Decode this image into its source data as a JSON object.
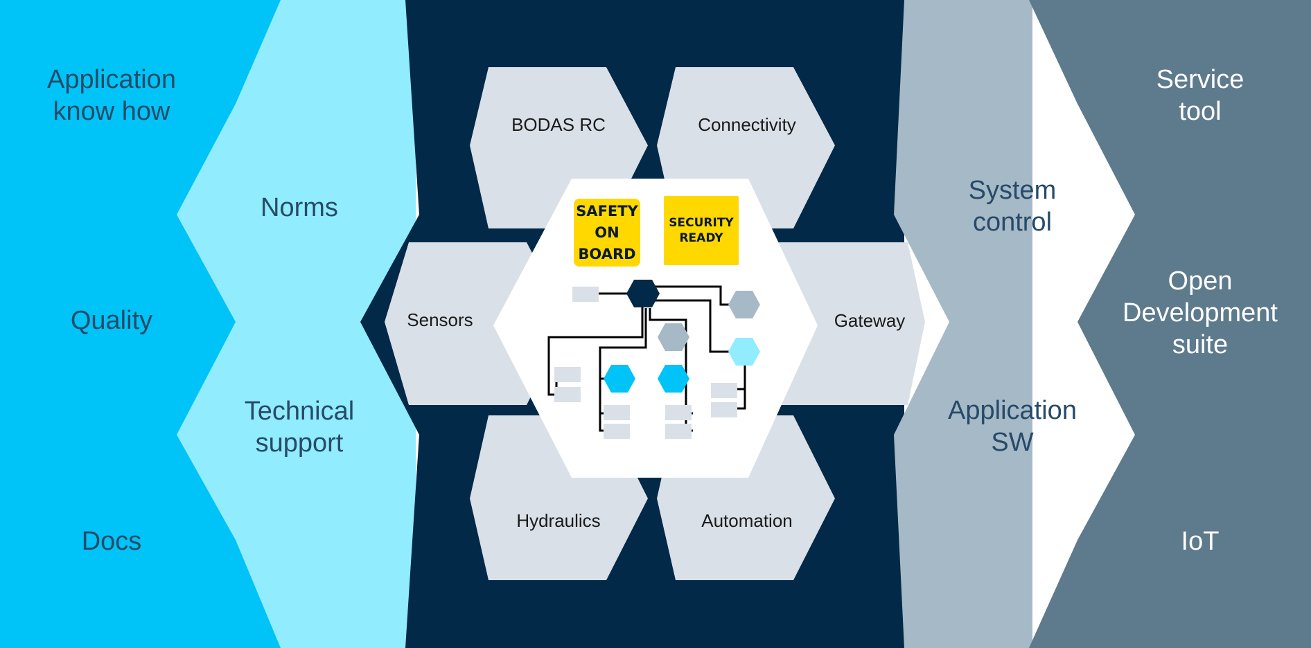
{
  "colors": {
    "left_outer": "#00c3f7",
    "left_inner": "#91ecfd",
    "center": "#022947",
    "right_inner": "#a6b9c7",
    "right_outer": "#5e7a8d",
    "hex_light": "#dae0e8",
    "hex_center": "#ffffff",
    "badge": "#ffd800",
    "text_dark": "#274a68",
    "text_light": "#ffffff"
  },
  "left_outer": {
    "items": [
      "Application\nknow how",
      "Quality",
      "Docs"
    ]
  },
  "left_inner": {
    "items": [
      "Norms",
      "Technical\nsupport"
    ]
  },
  "hexagons": {
    "top_left": "BODAS RC",
    "top_right": "Connectivity",
    "mid_left": "Sensors",
    "mid_right": "Gateway",
    "bottom_left": "Hydraulics",
    "bottom_right": "Automation"
  },
  "center": {
    "badge_safety": "SAFETY\nON\nBOARD",
    "badge_security": "SECURITY\nREADY",
    "network_icon": "system-network-diagram-icon"
  },
  "right_inner": {
    "items": [
      "System\ncontrol",
      "Application\nSW"
    ]
  },
  "right_outer": {
    "items": [
      "Service\ntool",
      "Open\nDevelopment\nsuite",
      "IoT"
    ]
  }
}
